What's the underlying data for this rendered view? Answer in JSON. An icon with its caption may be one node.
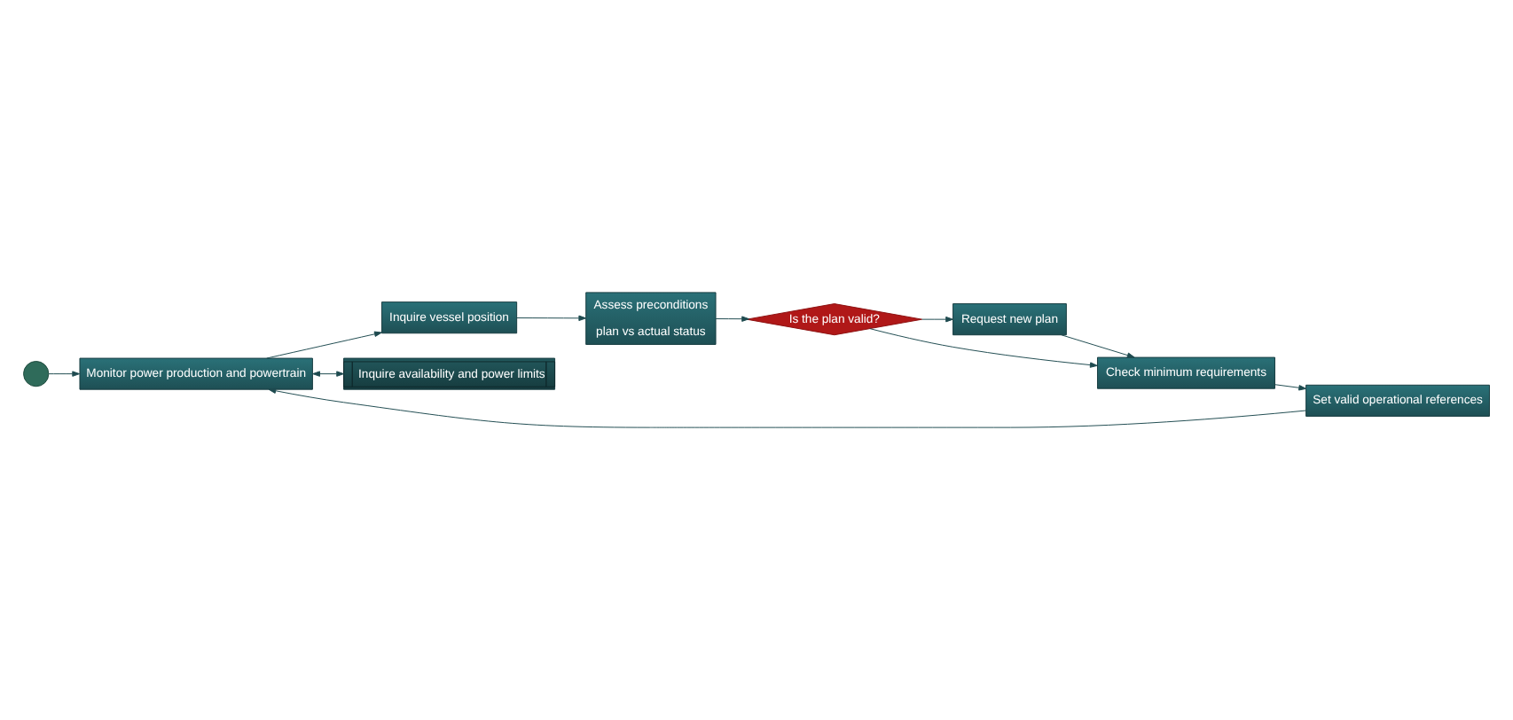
{
  "diagram": {
    "nodes": [
      {
        "text": [
          "Monitor power production and powertrain"
        ]
      },
      {
        "text": [
          "Inquire vessel position"
        ]
      },
      {
        "text": [
          "Assess preconditions",
          "plan vs actual status"
        ]
      },
      {
        "text": [
          "Inquire availability and power limits"
        ]
      },
      {
        "text": [
          "Is the plan valid?"
        ]
      },
      {
        "text": [],
        "shape": "circle"
      },
      {
        "text": [
          "Request new plan"
        ]
      },
      {
        "text": [
          "Set valid operational references"
        ]
      },
      {
        "text": [
          "Check minimum requirements"
        ]
      }
    ],
    "edges": [
      {
        "from": 5,
        "to": 0,
        "arrow": "to"
      },
      {
        "from": 0,
        "to": 1,
        "arrow": "to"
      },
      {
        "from": 1,
        "to": 2,
        "arrow": "to"
      },
      {
        "from": 0,
        "to": 3,
        "arrow": "both"
      },
      {
        "from": 2,
        "to": 4,
        "arrow": "to"
      },
      {
        "from": 4,
        "to": 6,
        "arrow": "to"
      },
      {
        "from": 4,
        "to": 8,
        "arrow": "to"
      },
      {
        "from": 6,
        "to": 8,
        "arrow": "to"
      },
      {
        "from": 8,
        "to": 7,
        "arrow": "to"
      },
      {
        "from": 7,
        "to": 0,
        "arrow": "to"
      }
    ]
  }
}
